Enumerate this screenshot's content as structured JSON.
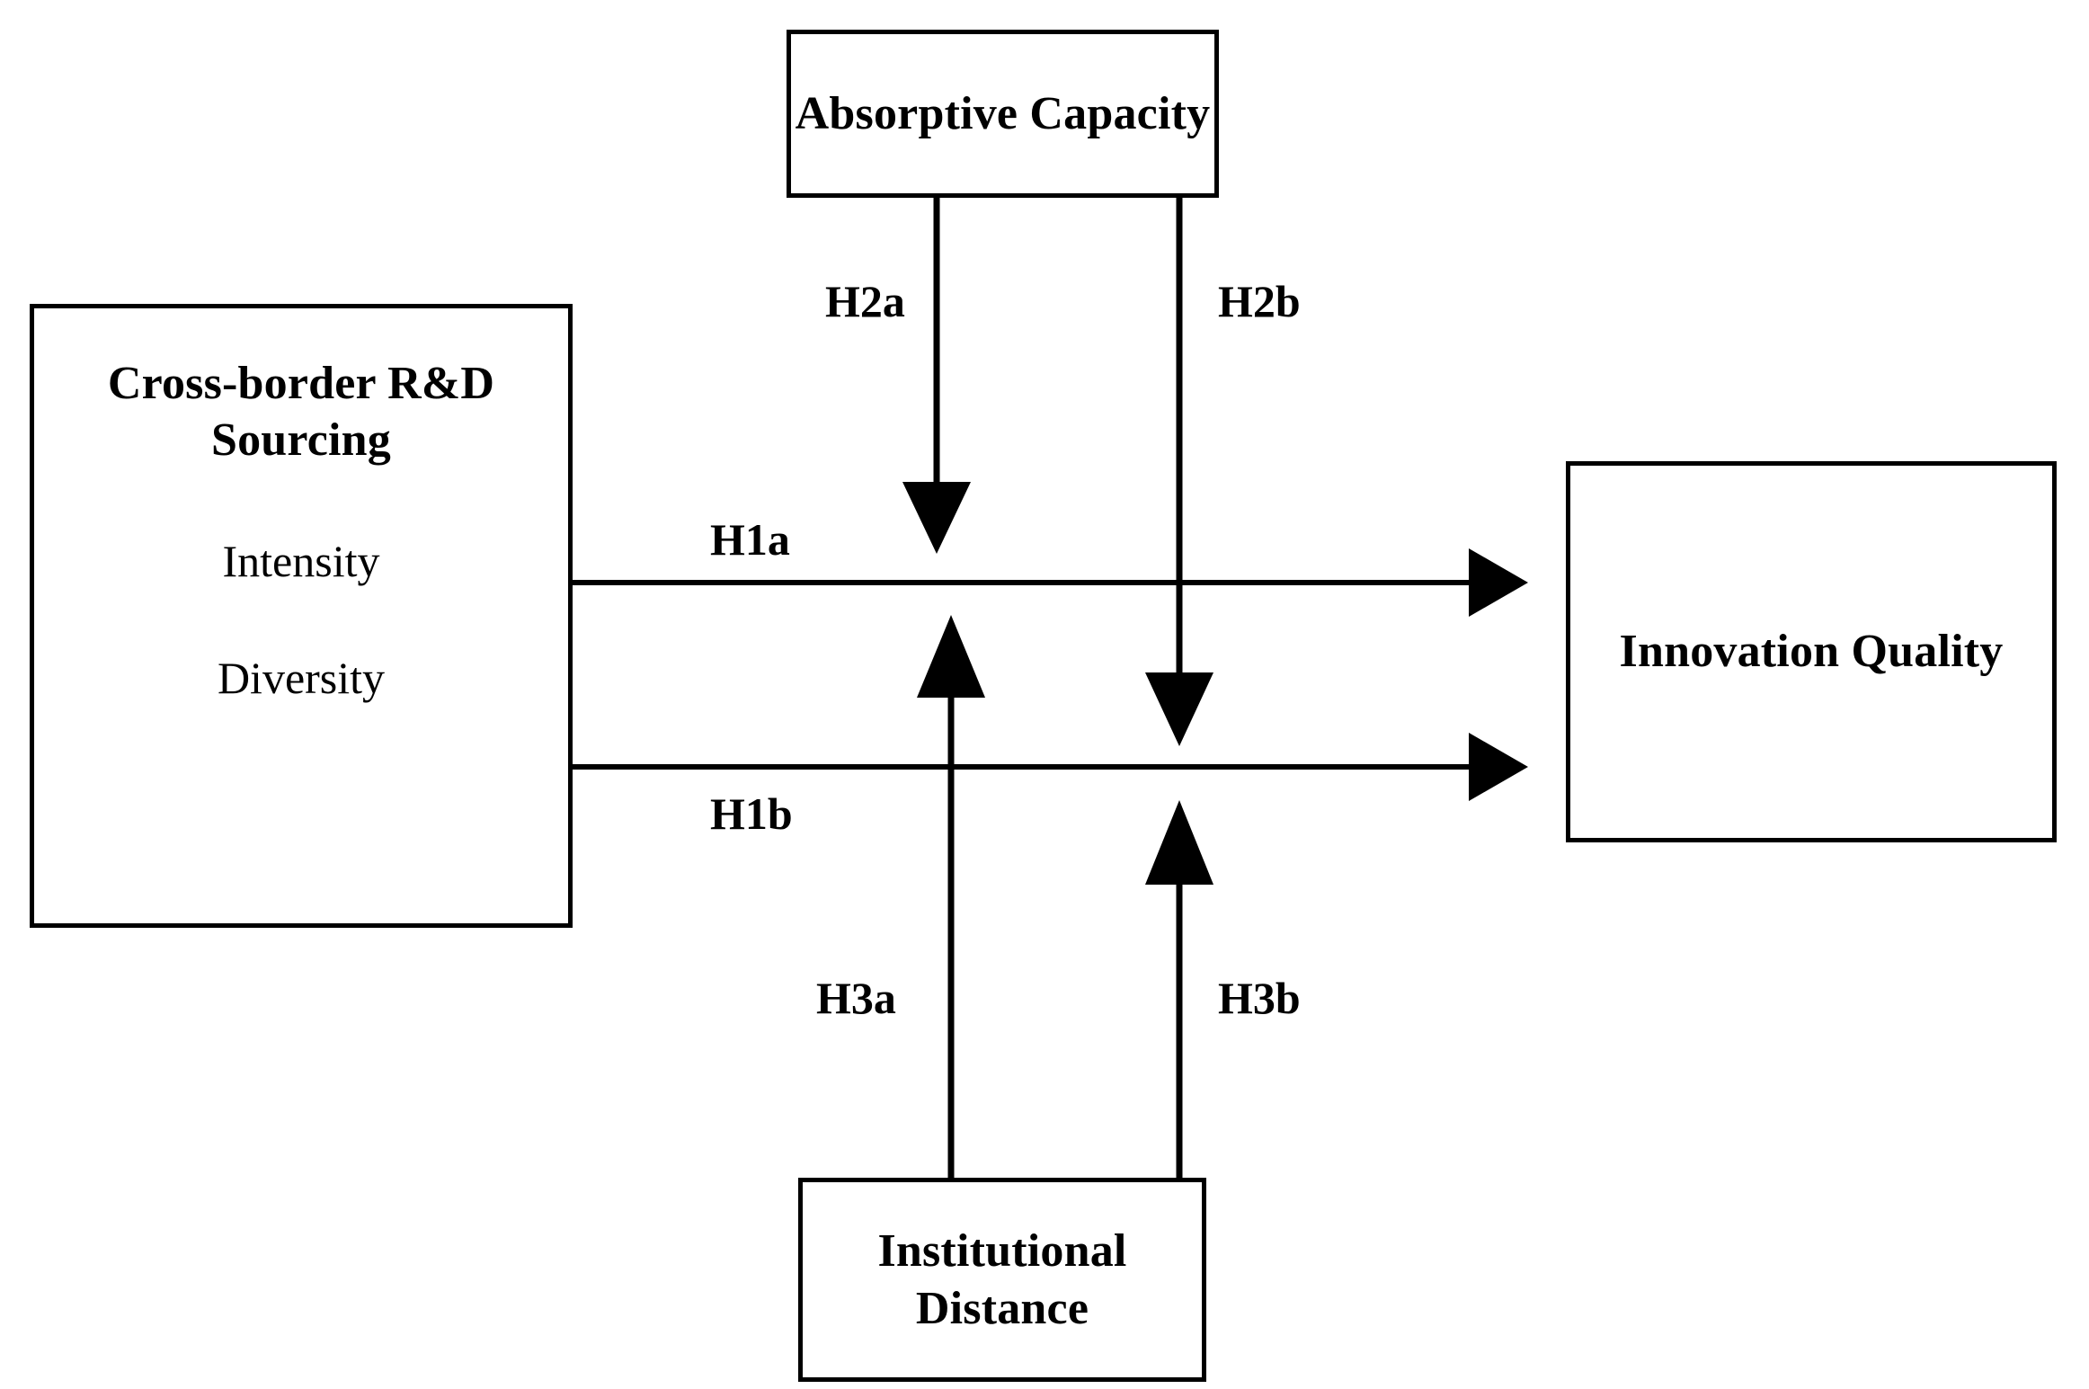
{
  "figure": {
    "type": "conceptual-research-model-diagram",
    "background_color": "#ffffff",
    "line_color": "#000000"
  },
  "nodes": {
    "source": {
      "title": "Cross-border R&D Sourcing",
      "items": [
        "Intensity",
        "Diversity"
      ],
      "item_intensity": "Intensity",
      "item_diversity": "Diversity"
    },
    "absorptive": {
      "title": "Absorptive Capacity"
    },
    "innovation": {
      "title": "Innovation Quality"
    },
    "institutional": {
      "title_line1": "Institutional",
      "title_line2": "Distance"
    }
  },
  "edges": [
    {
      "id": "h1a",
      "label": "H1a",
      "from": "Cross-border R&D Sourcing",
      "to": "Innovation Quality",
      "direction": "right",
      "style": "solid"
    },
    {
      "id": "h1b",
      "label": "H1b",
      "from": "Cross-border R&D Sourcing",
      "to": "Innovation Quality",
      "direction": "right",
      "style": "solid"
    },
    {
      "id": "h2a",
      "label": "H2a",
      "from": "Absorptive Capacity",
      "to": "H1a path",
      "direction": "down",
      "style": "solid"
    },
    {
      "id": "h2b",
      "label": "H2b",
      "from": "Absorptive Capacity",
      "to": "H1b path",
      "direction": "down",
      "style": "solid"
    },
    {
      "id": "h3a",
      "label": "H3a",
      "from": "Institutional Distance",
      "to": "H1a path",
      "direction": "up",
      "style": "solid"
    },
    {
      "id": "h3b",
      "label": "H3b",
      "from": "Institutional Distance",
      "to": "H1b path",
      "direction": "up",
      "style": "solid"
    }
  ],
  "labels": {
    "h1a": "H1a",
    "h1b": "H1b",
    "h2a": "H2a",
    "h2b": "H2b",
    "h3a": "H3a",
    "h3b": "H3b"
  }
}
